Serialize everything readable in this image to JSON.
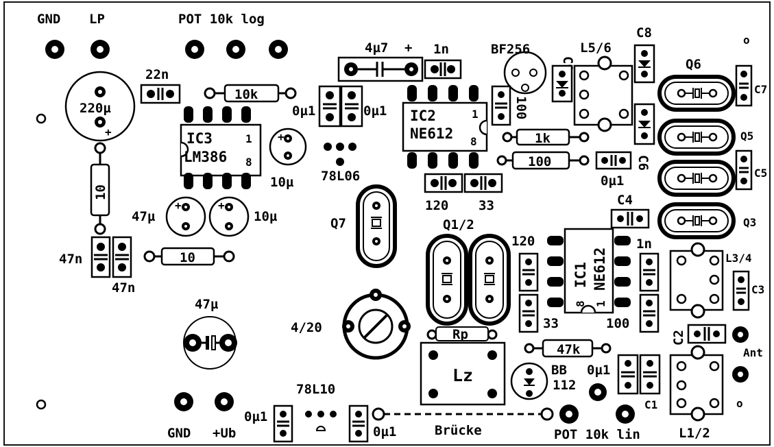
{
  "labels": {
    "gnd_top": "GND",
    "lp": "LP",
    "pot_log": "POT 10k log",
    "c_22n": "22n",
    "c_220u": "220µ",
    "r_10k": "10k",
    "ic3_name": "IC3",
    "ic3_type": "LM386",
    "ic3_pin1": "1",
    "ic3_pin8": "8",
    "c_10u_a": "10µ",
    "r_10": "10",
    "c_47u_a": "47µ",
    "c_10u_b": "10µ",
    "c_47n_a": "47n",
    "c_47n_b": "47n",
    "r_10_b": "10",
    "c_47u_b": "47µ",
    "c_4u7": "4µ7",
    "plus": "+",
    "c_1n_top": "1n",
    "c_0u1_a": "0µ1",
    "c_0u1_b": "0µ1",
    "ic2_name": "IC2",
    "ic2_type": "NE612",
    "ic2_pin1": "1",
    "ic2_pin8": "8",
    "vr_78l06": "78L06",
    "c_120_top": "120",
    "c_33_top": "33",
    "q7": "Q7",
    "q12": "Q1/2",
    "trim": "4/20",
    "rp": "Rp",
    "lz": "Lz",
    "vr_78l10": "78L10",
    "c_0u1_c": "0µ1",
    "c_0u1_d": "0µ1",
    "gnd_bottom": "GND",
    "ub": "+Ub",
    "bruecke": "Brücke",
    "pot_lin": "POT 10k lin",
    "bf256": "BF256",
    "c9": "C9",
    "l56": "L5/6",
    "c8": "C8",
    "c_100_vert": "100",
    "r_1k": "1k",
    "r_100": "100",
    "c6": "C6",
    "c_0u1_e": "0µ1",
    "q6": "Q6",
    "c7": "C7",
    "q5": "Q5",
    "c5": "C5",
    "c4": "C4",
    "q3": "Q3",
    "c_120_ic1": "120",
    "c_1n_ic1": "1n",
    "ic1_name": "IC1",
    "ic1_type": "NE612",
    "ic1_pin8": "8",
    "ic1_pin1": "1",
    "c_33_ic1": "33",
    "c_100_ic1": "100",
    "l34": "L3/4",
    "c3": "C3",
    "c2": "C2",
    "ant": "Ant",
    "r_47k": "47k",
    "bb_line1": "BB",
    "bb_line2": "112",
    "c_0u1_f": "0µ1",
    "c1": "C1",
    "l12": "L1/2",
    "mark_o_top": "o",
    "mark_o_bottom": "o"
  }
}
